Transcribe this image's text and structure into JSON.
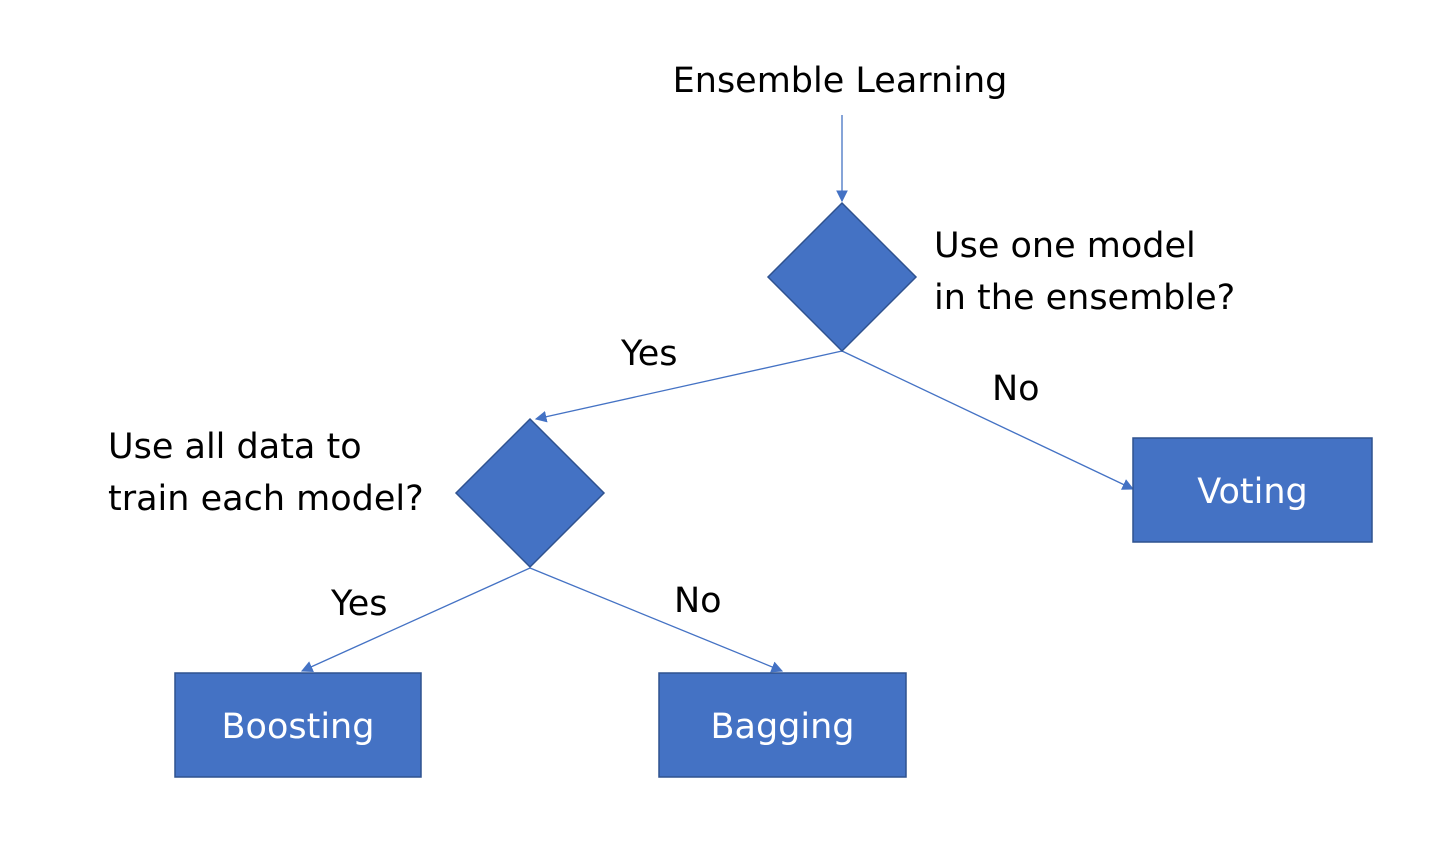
{
  "title": "Ensemble Learning",
  "decisions": {
    "one_model": {
      "line1": "Use one model",
      "line2": "in the ensemble?"
    },
    "all_data": {
      "line1": "Use all data to",
      "line2": "train each model?"
    }
  },
  "edge_labels": {
    "one_model_yes": "Yes",
    "one_model_no": "No",
    "all_data_yes": "Yes",
    "all_data_no": "No"
  },
  "outcomes": {
    "voting": "Voting",
    "boosting": "Boosting",
    "bagging": "Bagging"
  },
  "colors": {
    "shape_fill": "#4472c4",
    "shape_border": "#2f528f",
    "connector": "#4472c4",
    "box_text": "#ffffff",
    "label_text": "#000000"
  }
}
